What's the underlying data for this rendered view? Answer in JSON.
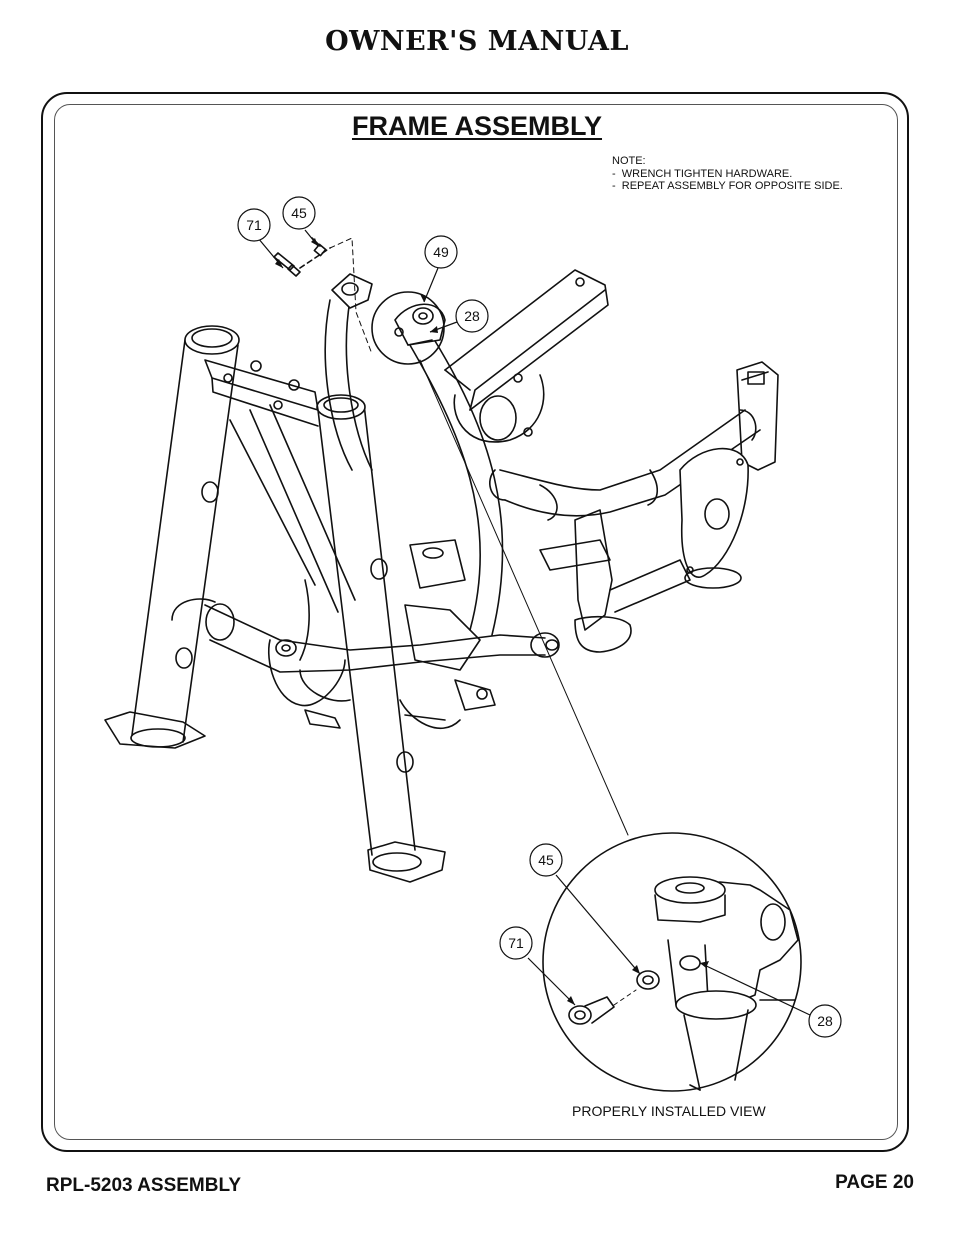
{
  "header": {
    "title": "OWNER'S MANUAL"
  },
  "section": {
    "title": "FRAME ASSEMBLY"
  },
  "note": {
    "heading": "NOTE:",
    "items": [
      "-  WRENCH TIGHTEN HARDWARE.",
      "-  REPEAT ASSEMBLY FOR OPPOSITE SIDE."
    ]
  },
  "callouts": {
    "main": [
      "71",
      "45",
      "49",
      "28"
    ],
    "detail": [
      "45",
      "71",
      "28"
    ]
  },
  "detail_caption": "PROPERLY INSTALLED VIEW",
  "footer": {
    "left": "RPL-5203 ASSEMBLY",
    "right": "PAGE 20"
  }
}
